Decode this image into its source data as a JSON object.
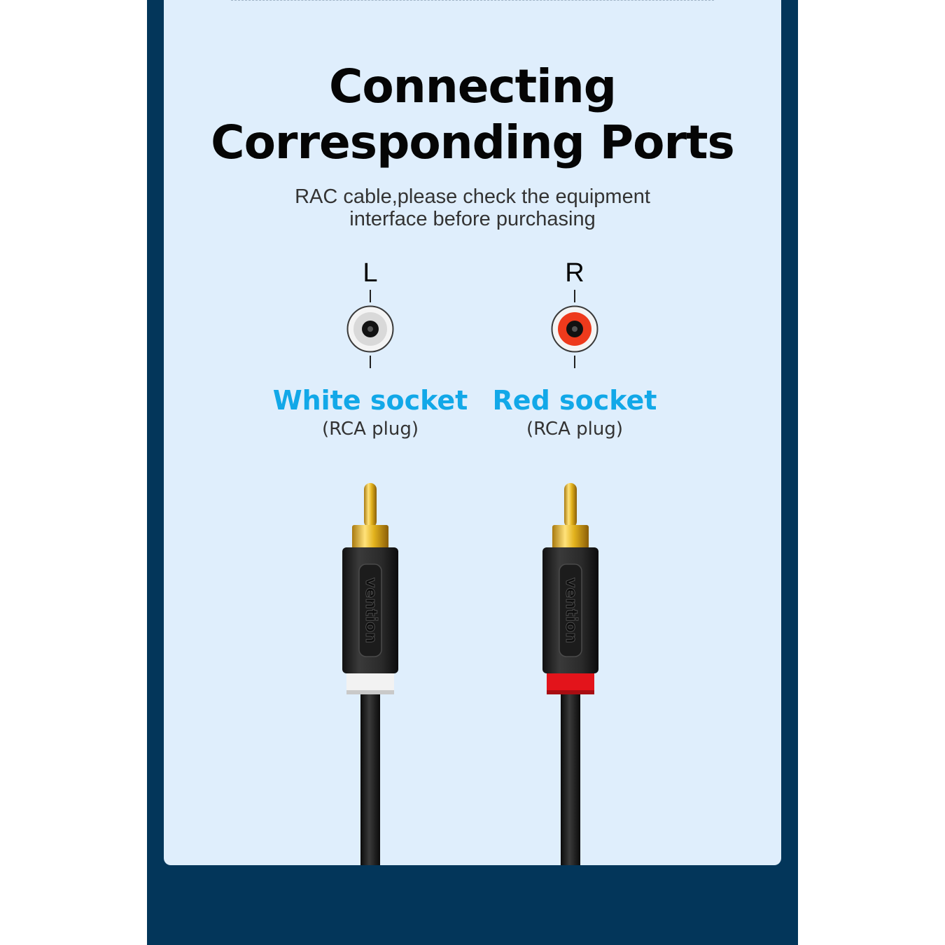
{
  "heading": {
    "line1": "Connecting",
    "line2": "Corresponding Ports"
  },
  "subheading": {
    "line1": "RAC cable,please check the equipment",
    "line2": "interface before purchasing"
  },
  "ports": [
    {
      "letter": "L",
      "name": "White socket",
      "type": "(RCA plug)",
      "ring_color": "#d9d9d9"
    },
    {
      "letter": "R",
      "name": "Red socket",
      "type": "(RCA plug)",
      "ring_color": "#ee3a1c"
    }
  ],
  "plugs": [
    {
      "brand": "vention",
      "collar_color": "#f2f2f2"
    },
    {
      "brand": "vention",
      "collar_color": "#e3141b"
    }
  ],
  "colors": {
    "frame": "#03365a",
    "panel": "#dfeefc",
    "accent": "#12a8e8",
    "gold": "#e2b21d"
  }
}
